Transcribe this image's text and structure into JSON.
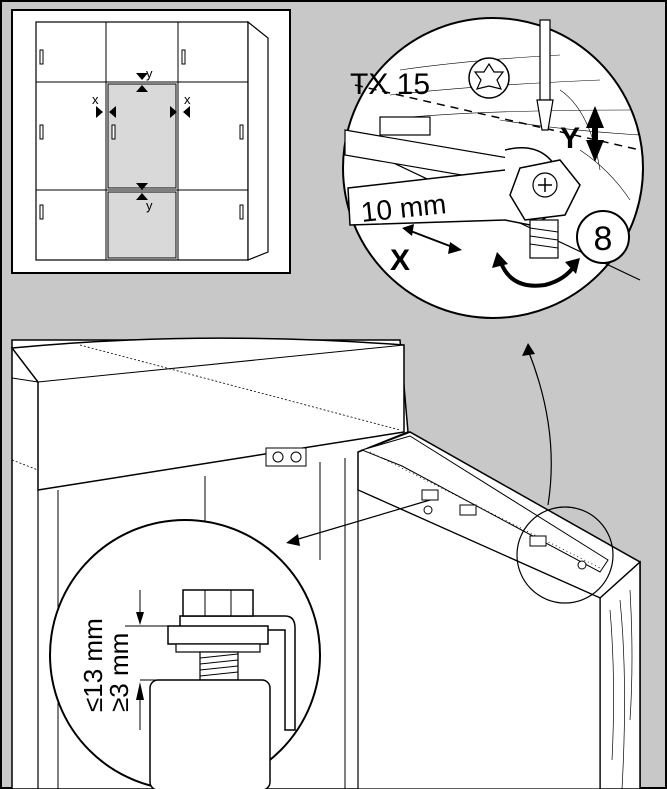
{
  "labels": {
    "tool_torx": "TX 15",
    "tool_wrench": "10 mm",
    "axis_x": "X",
    "axis_y": "Y",
    "step_number": "8",
    "inset_x_left": "x",
    "inset_x_right": "x",
    "inset_y_top": "y",
    "inset_y_bottom": "y",
    "dim_max": "≤13 mm",
    "dim_min": "≥3 mm"
  },
  "colors": {
    "background": "#c8c8c8",
    "panel": "#ffffff",
    "line": "#000000",
    "highlight_door": "#d9d9d9"
  }
}
